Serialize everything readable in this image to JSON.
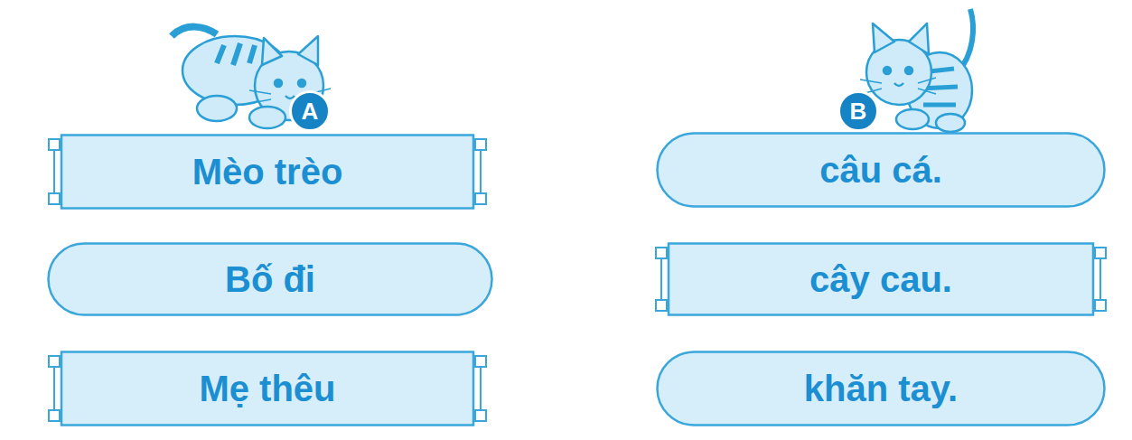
{
  "diagram": {
    "nodes": [
      {
        "text": [
          "A"
        ]
      },
      {
        "text": [
          "Mèo trèo"
        ]
      },
      {
        "text": [
          "Bố đi"
        ]
      },
      {
        "text": [
          "Mẹ thêu"
        ]
      },
      {
        "text": [
          "B"
        ]
      },
      {
        "text": [
          "câu cá."
        ]
      },
      {
        "text": [
          "cây cau."
        ]
      },
      {
        "text": [
          "khăn tay."
        ]
      }
    ]
  }
}
